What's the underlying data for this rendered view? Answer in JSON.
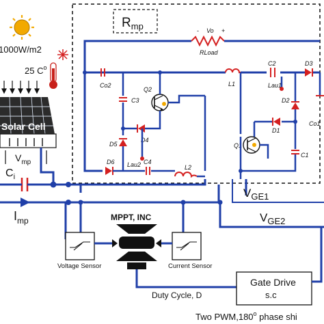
{
  "labels": {
    "rmp": "R",
    "rmp_sub": "mp",
    "irradiance": "1000W/m2",
    "temperature": "25 C",
    "temperature_sup": "o",
    "solar_cell": "Solar Cell",
    "vmp": "V",
    "vmp_sub": "mp",
    "ci": "C",
    "ci_sub": "i",
    "imp": "I",
    "imp_sub": "mp",
    "vo": "Vo",
    "rload": "RLoad",
    "co2": "Co2",
    "q2": "Q2",
    "c3": "C3",
    "d5": "D5",
    "d4": "D4",
    "d6": "D6",
    "lau2": "Lau2",
    "c4": "C4",
    "l2": "L2",
    "l1": "L1",
    "c2": "C2",
    "d3": "D3",
    "lau1": "Lau1",
    "d2": "D2",
    "co1": "Co1",
    "d1": "D1",
    "q1": "Q1",
    "c1": "C1",
    "vge1": "V",
    "vge1_sub": "GE1",
    "vge2": "V",
    "vge2_sub": "GE2",
    "mppt": "MPPT, INC",
    "voltage_sensor": "Voltage Sensor",
    "current_sensor": "Current Sensor",
    "gate_drive_1": "Gate Drive",
    "gate_drive_2": "s.c",
    "duty_cycle": "Duty Cycle, D",
    "bottom_caption": "Two PWM,180",
    "bottom_caption_sup": "o",
    "bottom_caption_tail": " phase shi"
  },
  "colors": {
    "wire": "#1f3fa8",
    "component_red": "#d42020",
    "sun": "#f2a900",
    "panel": "#2b2b2b",
    "thermometer": "#c8201a",
    "vge1_wire": "#7ec8ff"
  },
  "icons": {
    "sun": "sun-icon",
    "thermometer": "thermometer-icon",
    "irradiance_arrows": "down-arrows-icon",
    "solar_panel": "solar-panel-icon",
    "mppt": "mppt-block-icon"
  }
}
